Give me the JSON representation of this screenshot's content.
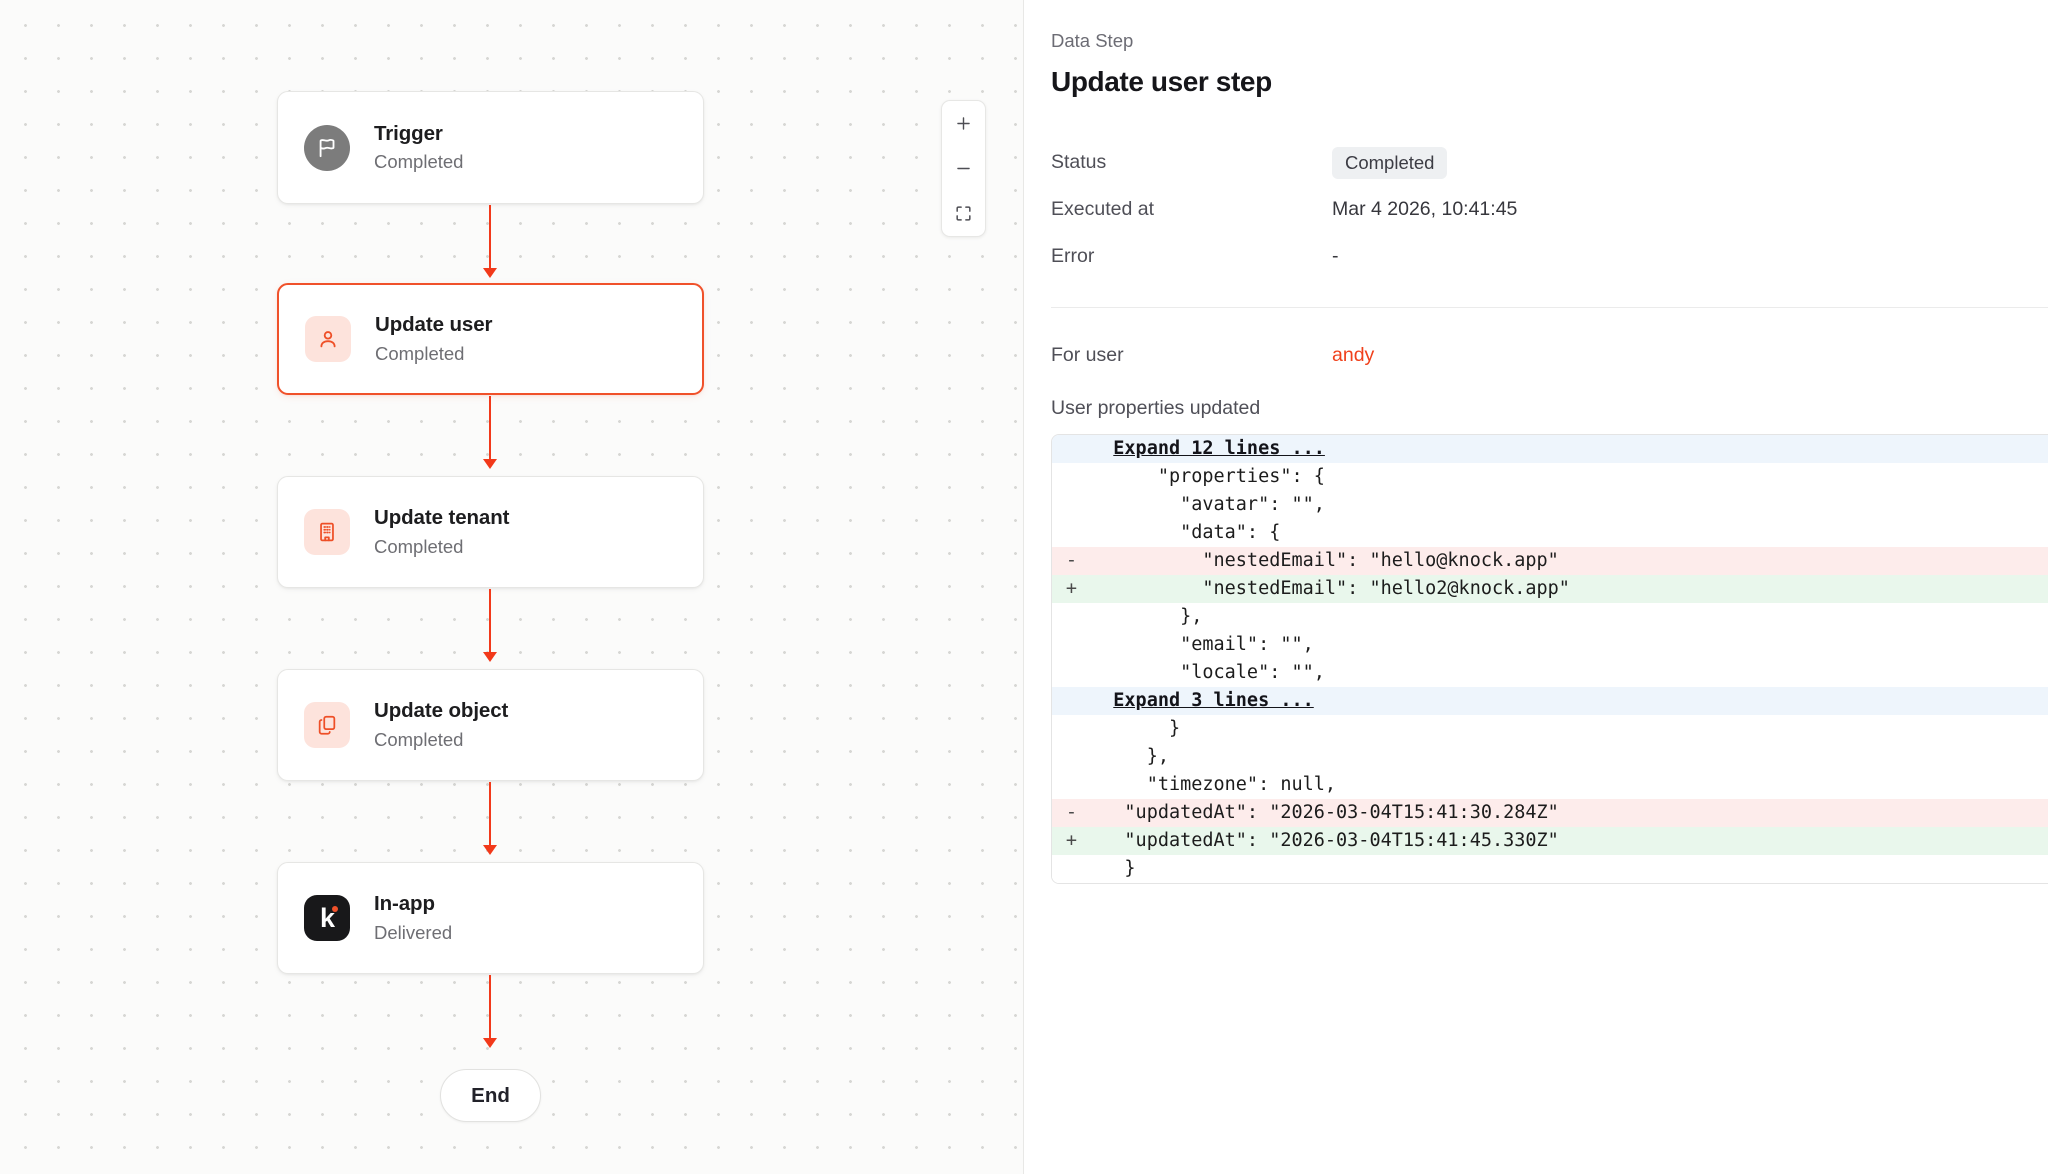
{
  "canvas": {
    "zoom_controls": {
      "zoom_in_label": "+",
      "zoom_out_label": "−",
      "fit_view_label": "fit-view"
    },
    "nodes": [
      {
        "title": "Trigger",
        "status": "Completed",
        "icon": "flag-icon",
        "icon_style": "circle-gray"
      },
      {
        "title": "Update user",
        "status": "Completed",
        "icon": "user-icon",
        "icon_style": "soft-red",
        "selected": true
      },
      {
        "title": "Update tenant",
        "status": "Completed",
        "icon": "building-icon",
        "icon_style": "soft-red"
      },
      {
        "title": "Update object",
        "status": "Completed",
        "icon": "copy-document-icon",
        "icon_style": "soft-red"
      },
      {
        "title": "In-app",
        "status": "Delivered",
        "icon": "knock-logo-icon",
        "icon_style": "knock"
      }
    ],
    "end_node_label": "End"
  },
  "panel": {
    "eyebrow": "Data Step",
    "title": "Update user step",
    "rows": [
      {
        "key": "Status",
        "value": "Completed"
      },
      {
        "key": "Executed at",
        "value": "Mar 4 2026, 10:41:45"
      },
      {
        "key": "Error",
        "value": "-"
      }
    ],
    "for_user": {
      "key": "For user",
      "value": "andy"
    },
    "diff_label": "User properties updated",
    "diff": {
      "lines": [
        {
          "type": "expand",
          "gutter": "",
          "code": "Expand 12 lines ..."
        },
        {
          "type": "ctx",
          "gutter": "",
          "code": "      \"properties\": {"
        },
        {
          "type": "ctx",
          "gutter": "",
          "code": "        \"avatar\": \"\","
        },
        {
          "type": "ctx",
          "gutter": "",
          "code": "        \"data\": {"
        },
        {
          "type": "del",
          "gutter": "-",
          "code": "          \"nestedEmail\": \"hello@knock.app\""
        },
        {
          "type": "add",
          "gutter": "+",
          "code": "          \"nestedEmail\": \"hello2@knock.app\""
        },
        {
          "type": "ctx",
          "gutter": "",
          "code": "        },"
        },
        {
          "type": "ctx",
          "gutter": "",
          "code": "        \"email\": \"\","
        },
        {
          "type": "ctx",
          "gutter": "",
          "code": "        \"locale\": \"\","
        },
        {
          "type": "expand",
          "gutter": "",
          "code": "Expand 3 lines ..."
        },
        {
          "type": "ctx",
          "gutter": "",
          "code": "       }"
        },
        {
          "type": "ctx",
          "gutter": "",
          "code": "     },"
        },
        {
          "type": "ctx",
          "gutter": "",
          "code": "     \"timezone\": null,"
        },
        {
          "type": "del",
          "gutter": "-",
          "code": "   \"updatedAt\": \"2026-03-04T15:41:30.284Z\""
        },
        {
          "type": "add",
          "gutter": "+",
          "code": "   \"updatedAt\": \"2026-03-04T15:41:45.330Z\""
        },
        {
          "type": "ctx",
          "gutter": "",
          "code": "   }"
        }
      ]
    }
  },
  "colors": {
    "accent": "#f0512a",
    "edge": "#f2391a",
    "canvas_bg": "#fbfbfa",
    "diff_add": "#e9f7ec",
    "diff_del": "#fdeceb",
    "diff_expand": "#eef5fc"
  }
}
